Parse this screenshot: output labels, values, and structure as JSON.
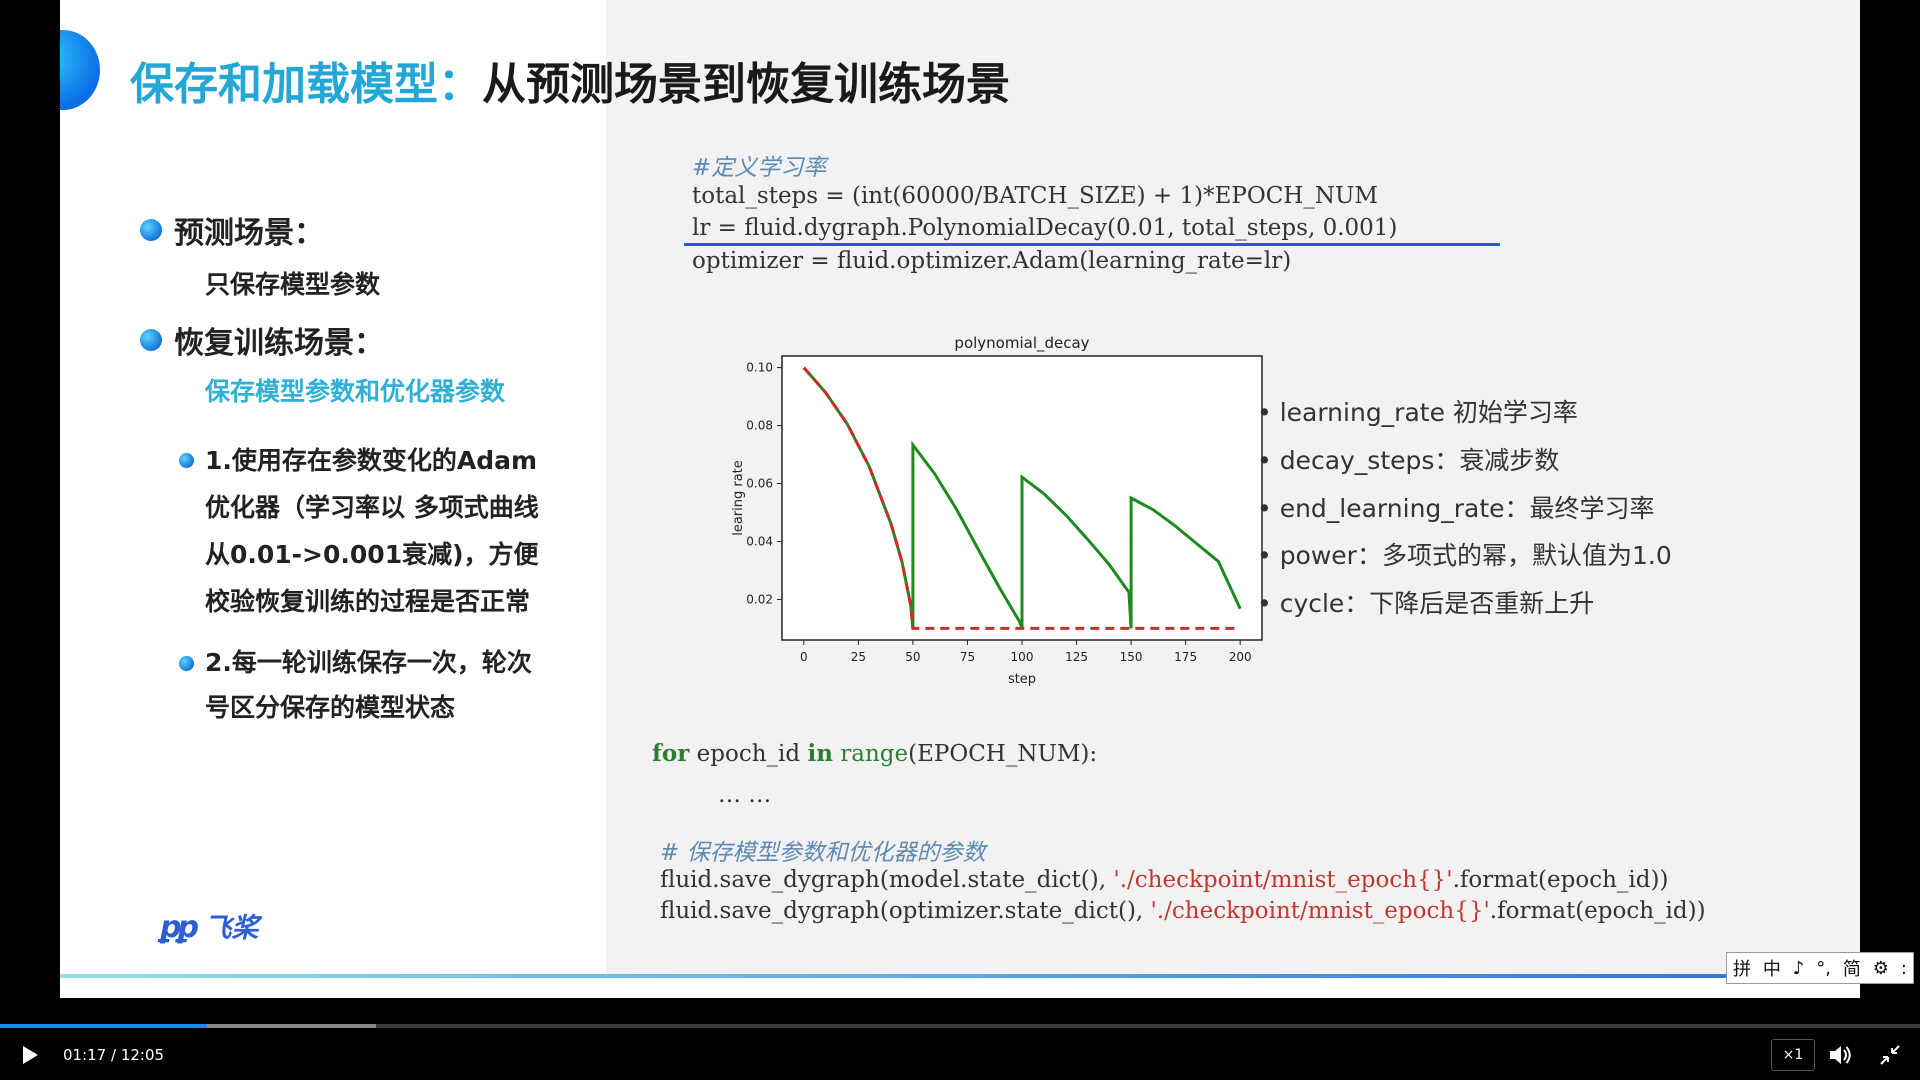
{
  "slide": {
    "title_highlight": "保存和加载模型：",
    "title_rest": "从预测场景到恢复训练场景",
    "bullets": [
      {
        "label": "预测场景：",
        "sub": "只保存模型参数"
      },
      {
        "label": "恢复训练场景：",
        "sub": "保存模型参数和优化器参数"
      }
    ],
    "subpoints": [
      {
        "lines": [
          "1.使用存在参数变化的Adam",
          "优化器（学习率以 多项式曲线",
          "从0.01->0.001衰减)，方便",
          "校验恢复训练的过程是否正常"
        ]
      },
      {
        "lines": [
          "2.每一轮训练保存一次，轮次",
          "号区分保存的模型状态"
        ]
      }
    ],
    "code_top": {
      "comment": "#定义学习率",
      "line1": "total_steps = (int(60000/BATCH_SIZE) + 1)*EPOCH_NUM",
      "line2": "lr = fluid.dygraph.PolynomialDecay(0.01, total_steps, 0.001)",
      "line3": "optimizer = fluid.optimizer.Adam(learning_rate=lr)"
    },
    "param_list": [
      "• learning_rate 初始学习率",
      "• decay_steps：衰减步数",
      "• end_learning_rate：最终学习率",
      "• power：多项式的幂，默认值为1.0",
      "• cycle：下降后是否重新上升"
    ],
    "code_bottom": {
      "for_kw": "for",
      "for_var": "epoch_id",
      "in_kw": "in",
      "range_kw": "range",
      "for_rest": "(EPOCH_NUM):",
      "ellipsis": "… …",
      "comment": "# 保存模型参数和优化器的参数",
      "save1_pre": "fluid.save_dygraph(model.state_dict(), ",
      "save1_str": "'./checkpoint/mnist_epoch{}'",
      "save1_post": ".format(epoch_id))",
      "save2_pre": "fluid.save_dygraph(optimizer.state_dict(), ",
      "save2_str": "'./checkpoint/mnist_epoch{}'",
      "save2_post": ".format(epoch_id))"
    },
    "logo_text": "飞桨"
  },
  "chart_data": {
    "type": "line",
    "title": "polynomial_decay",
    "xlabel": "step",
    "ylabel": "learing rate",
    "xlim": [
      -10,
      210
    ],
    "ylim": [
      0.006,
      0.104
    ],
    "xticks": [
      0,
      25,
      50,
      75,
      100,
      125,
      150,
      175,
      200
    ],
    "yticks": [
      0.02,
      0.04,
      0.06,
      0.08,
      0.1
    ],
    "ytick_labels": [
      "0.02",
      "0.04",
      "0.06",
      "0.08",
      "0.10"
    ],
    "grid": false,
    "legend": "none",
    "series": [
      {
        "style": "solid",
        "color": "#1e8a1e",
        "x": [
          0,
          10,
          20,
          30,
          40,
          45,
          49,
          50,
          50,
          60,
          70,
          80,
          90,
          99,
          100,
          100,
          110,
          120,
          130,
          140,
          149,
          150,
          150,
          160,
          170,
          180,
          190,
          200
        ],
        "y": [
          0.1,
          0.0914,
          0.0804,
          0.0658,
          0.046,
          0.033,
          0.018,
          0.01,
          0.0733,
          0.0633,
          0.0511,
          0.0372,
          0.0236,
          0.0122,
          0.01,
          0.0622,
          0.0565,
          0.0492,
          0.0408,
          0.032,
          0.0225,
          0.01,
          0.055,
          0.051,
          0.0455,
          0.0393,
          0.0331,
          0.0168
        ]
      },
      {
        "style": "dashed",
        "color": "#d62728",
        "x": [
          0,
          10,
          20,
          30,
          40,
          45,
          49,
          50,
          200
        ],
        "y": [
          0.1,
          0.0914,
          0.0804,
          0.0658,
          0.046,
          0.033,
          0.018,
          0.01,
          0.01
        ]
      }
    ]
  },
  "ime_bar": {
    "items": [
      "拼",
      "中",
      "♪",
      "°,",
      "简",
      "⚙",
      ":"
    ]
  },
  "player": {
    "time": "01:17 / 12:05",
    "progress": 0.108,
    "buffered": 0.196,
    "speed": "×1"
  }
}
